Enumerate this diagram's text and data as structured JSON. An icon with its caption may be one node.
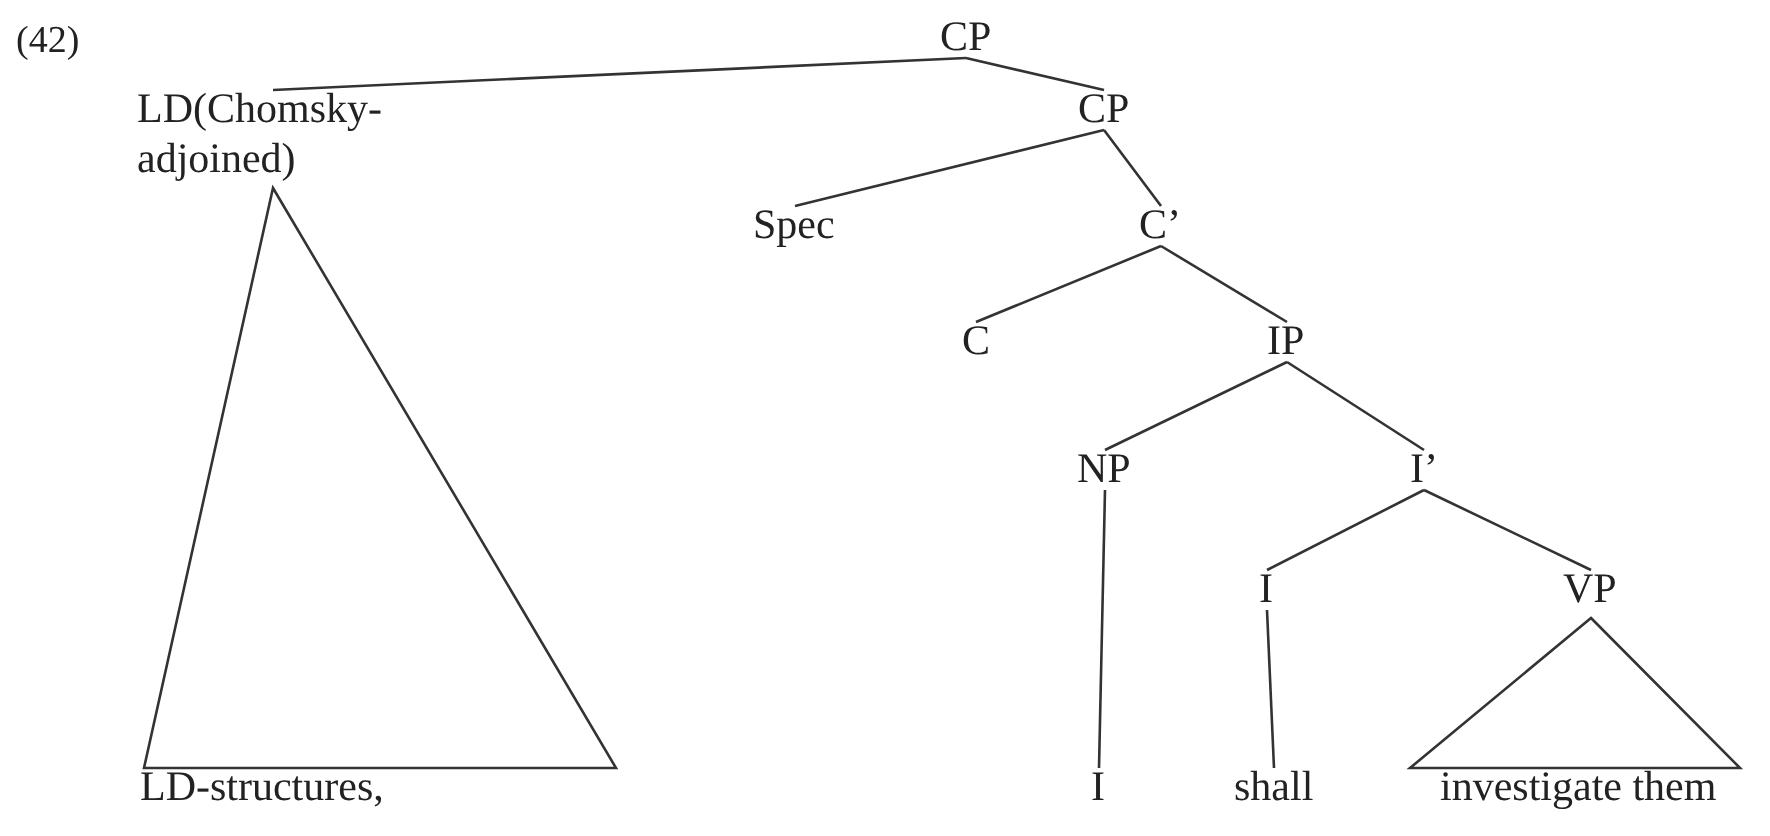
{
  "diagram": {
    "nodes": [
      {
        "text": [
          "CP"
        ]
      },
      {
        "text": [
          "LD(Chomsky- adjoined)"
        ]
      },
      {
        "text": [
          "CP"
        ]
      },
      {
        "text": [
          "Spec"
        ]
      },
      {
        "text": [
          "C’"
        ]
      },
      {
        "text": [
          "C"
        ]
      },
      {
        "text": [
          "IP"
        ]
      },
      {
        "text": [
          "NP"
        ]
      },
      {
        "text": [
          "I’"
        ]
      },
      {
        "text": [
          "I"
        ]
      },
      {
        "text": [
          "VP"
        ]
      },
      {
        "text": [
          "LD-structures,"
        ]
      },
      {
        "text": [
          "I"
        ]
      },
      {
        "text": [
          "shall"
        ]
      },
      {
        "text": [
          "investigate them"
        ]
      }
    ],
    "edges": [
      {
        "from": 0,
        "to": 1,
        "arrow": "none"
      },
      {
        "from": 0,
        "to": 2,
        "arrow": "none"
      },
      {
        "from": 2,
        "to": 3,
        "arrow": "none"
      },
      {
        "from": 2,
        "to": 4,
        "arrow": "none"
      },
      {
        "from": 4,
        "to": 5,
        "arrow": "none"
      },
      {
        "from": 4,
        "to": 6,
        "arrow": "none"
      },
      {
        "from": 6,
        "to": 7,
        "arrow": "none"
      },
      {
        "from": 6,
        "to": 8,
        "arrow": "none"
      },
      {
        "from": 8,
        "to": 9,
        "arrow": "none"
      },
      {
        "from": 8,
        "to": 10,
        "arrow": "none"
      },
      {
        "from": 1,
        "to": 11,
        "arrow": "none"
      },
      {
        "from": 7,
        "to": 12,
        "arrow": "none"
      },
      {
        "from": 9,
        "to": 13,
        "arrow": "none"
      },
      {
        "from": 10,
        "to": 14,
        "arrow": "none"
      }
    ],
    "labels": [
      "(42)"
    ]
  }
}
